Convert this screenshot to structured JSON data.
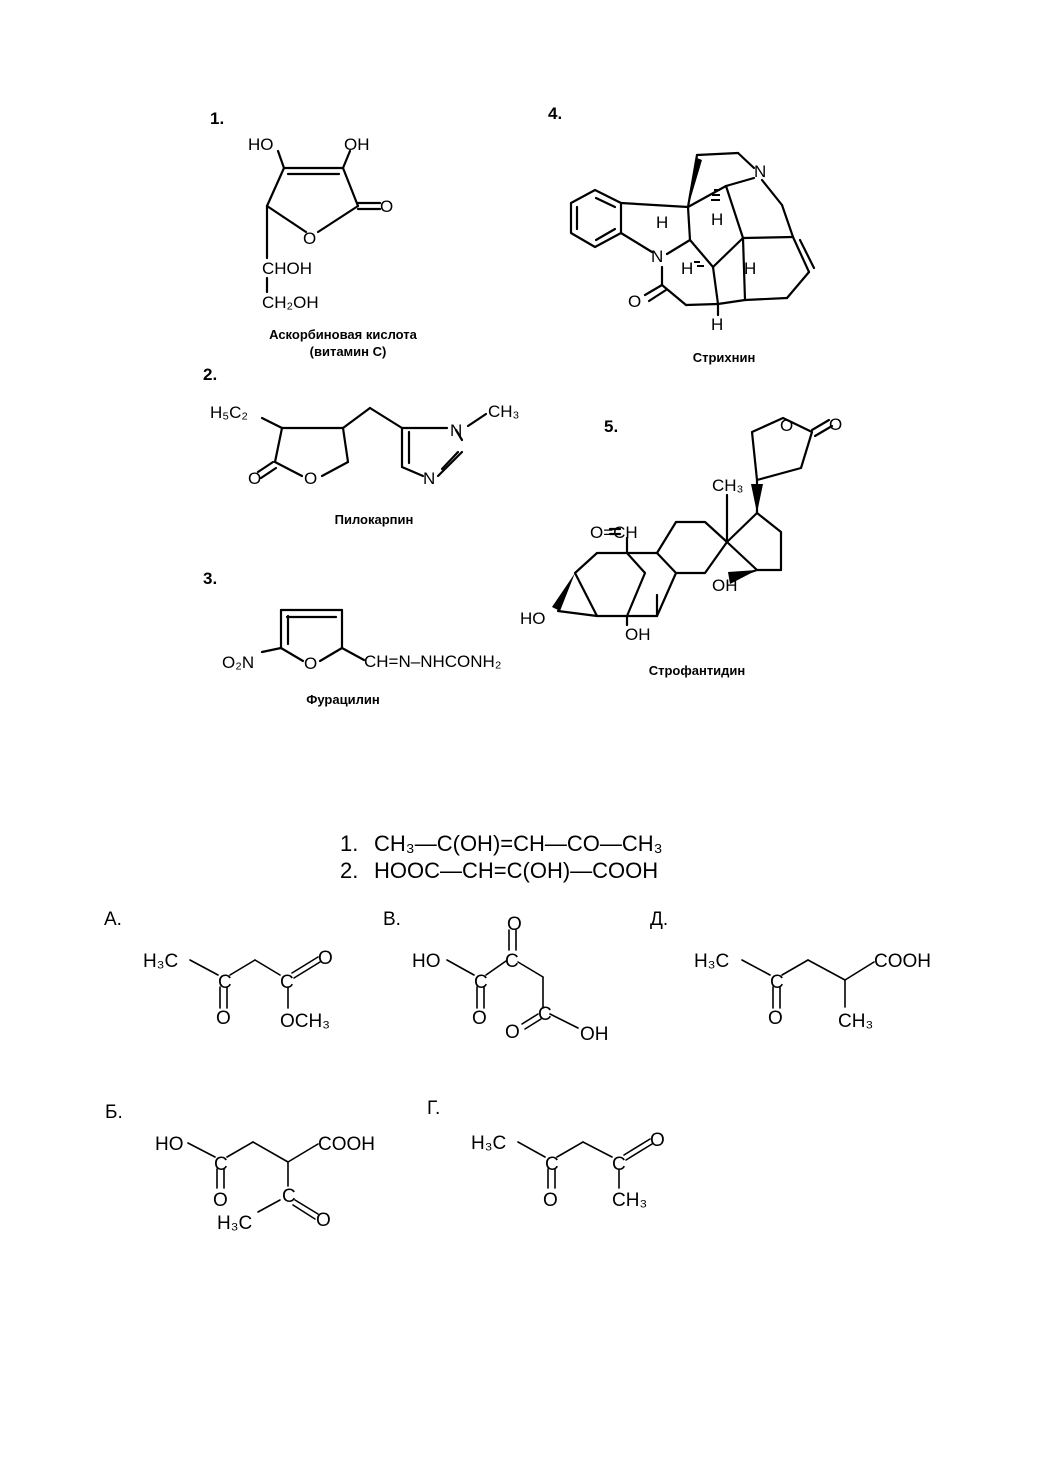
{
  "structures": [
    {
      "number": "1.",
      "caption_line1": "Аскорбиновая кислота",
      "caption_line2": "(витамин С)",
      "atoms": {
        "ho": "HO",
        "oh": "OH",
        "o_carbonyl": "O",
        "o_ring": "O",
        "chohl": "CHOH",
        "ch2oh": "CH₂OH"
      }
    },
    {
      "number": "2.",
      "caption": "Пилокарпин",
      "atoms": {
        "ethyl": "H₅C₂",
        "methyl": "CH₃",
        "n1": "N",
        "n2": "N",
        "o_carbonyl": "O",
        "o_ring": "O"
      }
    },
    {
      "number": "3.",
      "caption": "Фурацилин",
      "atoms": {
        "nitro": "O₂N",
        "o_ring": "O",
        "chain": "CH=N–NHCONH₂"
      }
    },
    {
      "number": "4.",
      "caption": "Стрихнин",
      "atoms": {
        "n_top": "N",
        "n_mid": "N",
        "o": "O",
        "h": "H"
      }
    },
    {
      "number": "5.",
      "caption": "Строфантидин",
      "atoms": {
        "o1": "O",
        "o2": "O",
        "ch3": "CH₃",
        "cho": "O=CH",
        "oh1": "OH",
        "ho": "HO",
        "oh2": "OH"
      }
    }
  ],
  "equations": {
    "line1_num": "1.",
    "line1": "CH₃—C(OH)=CH—CO—CH₃",
    "line2_num": "2.",
    "line2": "HOOC—CH=C(OH)—COOH"
  },
  "options": [
    {
      "letter": "А.",
      "atoms": {
        "h3c": "H₃C",
        "o1": "O",
        "o2": "O",
        "och3": "OCH₃",
        "c1": "C",
        "c2": "C"
      }
    },
    {
      "letter": "В.",
      "atoms": {
        "ho": "HO",
        "o_top": "O",
        "o1": "O",
        "o2": "O",
        "oh": "OH",
        "c1": "C",
        "c2": "C",
        "c3": "C"
      }
    },
    {
      "letter": "Д.",
      "atoms": {
        "h3c": "H₃C",
        "o": "O",
        "cooh": "COOH",
        "ch3": "CH₃",
        "c": "C"
      }
    },
    {
      "letter": "Б.",
      "atoms": {
        "ho": "HO",
        "o1": "O",
        "cooh": "COOH",
        "h3c": "H₃C",
        "o2": "O",
        "c1": "C",
        "c2": "C"
      }
    },
    {
      "letter": "Г.",
      "atoms": {
        "h3c": "H₃C",
        "o1": "O",
        "o2": "O",
        "ch3": "CH₃",
        "c1": "C",
        "c2": "C"
      }
    }
  ]
}
